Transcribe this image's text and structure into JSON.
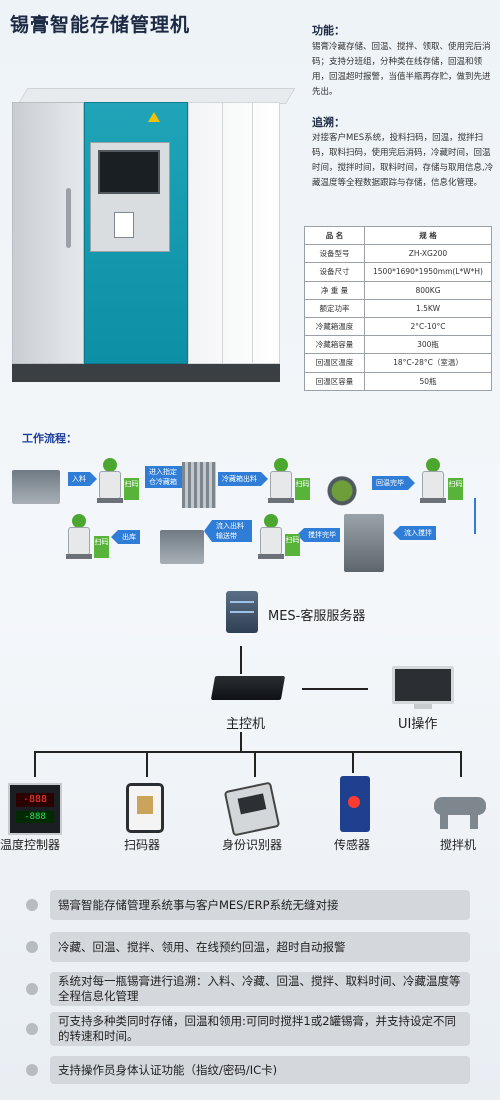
{
  "title": "锡膏智能存储管理机",
  "function": {
    "heading": "功能：",
    "text": "锡膏冷藏存储、回温、搅拌、领取、使用完后消码；支持分班组，分种类在线存储，回温和领用，回温超时报警，当值半瓶再存贮，做到先进先出。"
  },
  "trace": {
    "heading": "追溯：",
    "text": "对接客户MES系统，投料扫码，回温，搅拌扫码，取料扫码，使用完后消码，冷藏时间，回温时间，搅拌时间，取料时间，存储与取用信息,冷藏温度等全程数据跟踪与存储，信息化管理。"
  },
  "spec_table": {
    "headers": [
      "品 名",
      "规 格"
    ],
    "rows": [
      [
        "设备型号",
        "ZH-XG200"
      ],
      [
        "设备尺寸",
        "1500*1690*1950mm(L*W*H)"
      ],
      [
        "净 重 量",
        "800KG"
      ],
      [
        "额定功率",
        "1.5KW"
      ],
      [
        "冷藏箱温度",
        "2°C-10°C"
      ],
      [
        "冷藏箱容量",
        "300瓶"
      ],
      [
        "回温区温度",
        "18°C-28°C（室温）"
      ],
      [
        "回温区容量",
        "50瓶"
      ]
    ]
  },
  "workflow": {
    "heading": "工作流程：",
    "scan_label": "扫码",
    "steps": [
      "入料",
      "进入指定仓冷藏箱",
      "冷藏箱出料",
      "回温完毕",
      "流入搅拌",
      "搅拌完毕",
      "流入出料输送带",
      "出库"
    ]
  },
  "network": {
    "server": "MES-客服服务器",
    "controller": "主控机",
    "ui": "UI操作",
    "devices": [
      "温度控制器",
      "扫码器",
      "身份识别器",
      "传感器",
      "搅拌机"
    ],
    "temp_display_top": "-888",
    "temp_display_bottom": "-888"
  },
  "features": [
    "锡膏智能存储管理系统事与客户MES/ERP系统无缝对接",
    "冷藏、回温、搅拌、领用、在线预约回温，超时自动报警",
    "系统对每一瓶锡膏进行追溯：入料、冷藏、回温、搅拌、取料时间、冷藏温度等全程信息化管理",
    "可支持多种类同时存储，回温和领用:可同时搅拌1或2罐锡膏，并支持设定不同的转速和时间。",
    "支持操作员身体认证功能（指纹/密码/IC卡)"
  ],
  "colors": {
    "teal": "#0d8fa5",
    "flow_blue": "#2f7dd7",
    "scan_green": "#58b33a",
    "heading_blue": "#1d3f9b"
  }
}
